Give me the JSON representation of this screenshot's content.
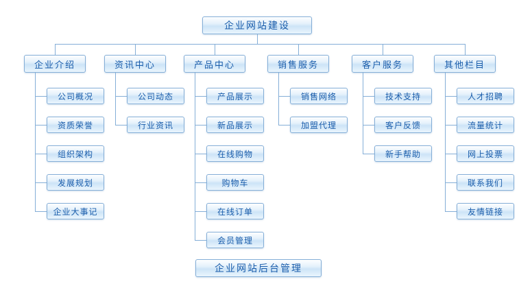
{
  "diagram": {
    "title": "企业网站建设",
    "root": {
      "label": "企业网站建设"
    },
    "footer": {
      "label": "企业网站后台管理"
    },
    "columns": [
      {
        "label": "企业介绍",
        "children": [
          "公司概况",
          "资质荣誉",
          "组织架构",
          "发展规划",
          "企业大事记"
        ]
      },
      {
        "label": "资讯中心",
        "children": [
          "公司动态",
          "行业资讯"
        ]
      },
      {
        "label": "产品中心",
        "children": [
          "产品展示",
          "新品展示",
          "在线购物",
          "购物车",
          "在线订单",
          "会员管理"
        ]
      },
      {
        "label": "销售服务",
        "children": [
          "销售网络",
          "加盟代理"
        ]
      },
      {
        "label": "客户服务",
        "children": [
          "技术支持",
          "客户反馈",
          "新手帮助"
        ]
      },
      {
        "label": "其他栏目",
        "children": [
          "人才招聘",
          "流量统计",
          "网上投票",
          "联系我们",
          "友情链接"
        ]
      }
    ],
    "colors": {
      "node_border": "#84aed7",
      "node_text": "#1a5dab",
      "connector": "#84aed7",
      "node_fill_top": "#fdfeff",
      "node_fill_mid": "#cde4f7"
    }
  }
}
